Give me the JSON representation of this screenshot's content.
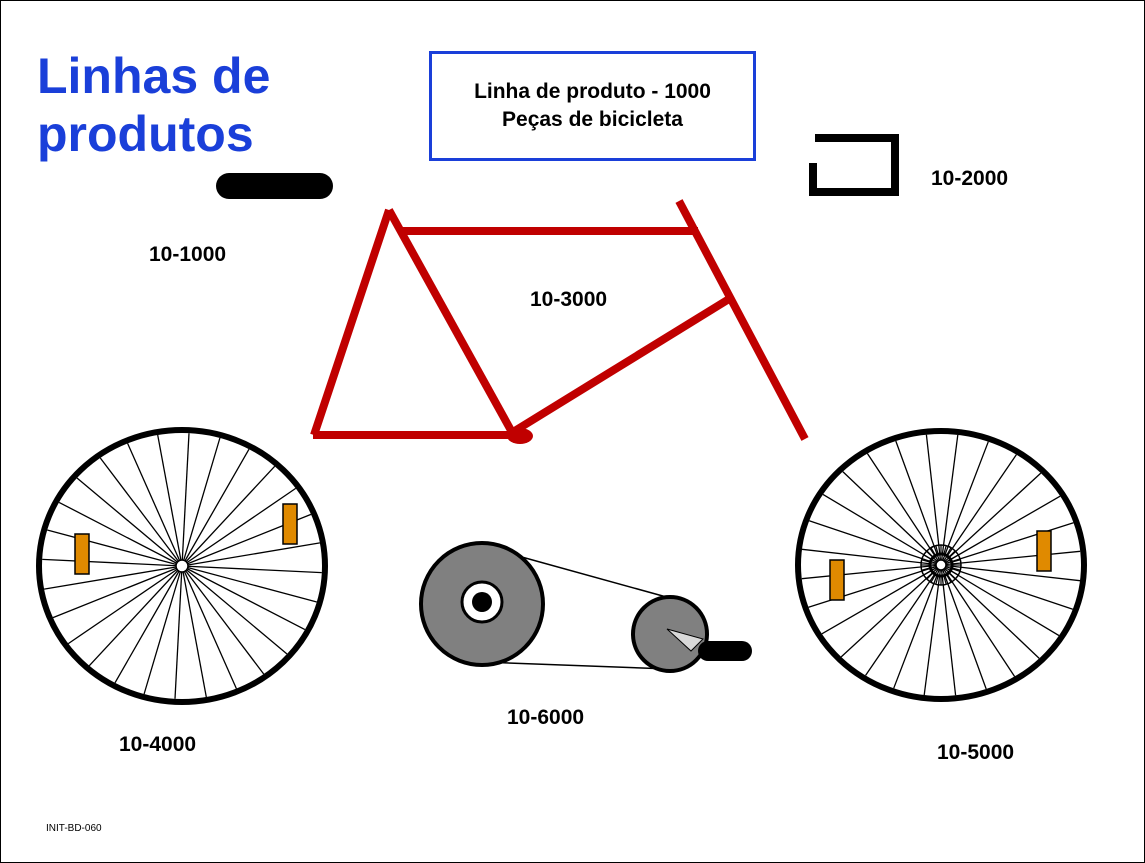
{
  "title": {
    "line1": "Linhas de",
    "line2": "produtos"
  },
  "heading_box": {
    "line1": "Linha de produto - 1000",
    "line2": "Peças de bicicleta"
  },
  "parts": [
    {
      "code": "10-1000",
      "icon": "handlebar-icon"
    },
    {
      "code": "10-2000",
      "icon": "seat-bracket-icon"
    },
    {
      "code": "10-3000",
      "icon": "frame-icon"
    },
    {
      "code": "10-4000",
      "icon": "front-wheel-icon"
    },
    {
      "code": "10-5000",
      "icon": "rear-wheel-icon"
    },
    {
      "code": "10-6000",
      "icon": "drivetrain-icon"
    }
  ],
  "slide_code": "INIT-BD-060",
  "colors": {
    "title": "#1a3fd9",
    "frame": "#c00000",
    "reflector": "#e08a00",
    "gear": "#808080"
  }
}
